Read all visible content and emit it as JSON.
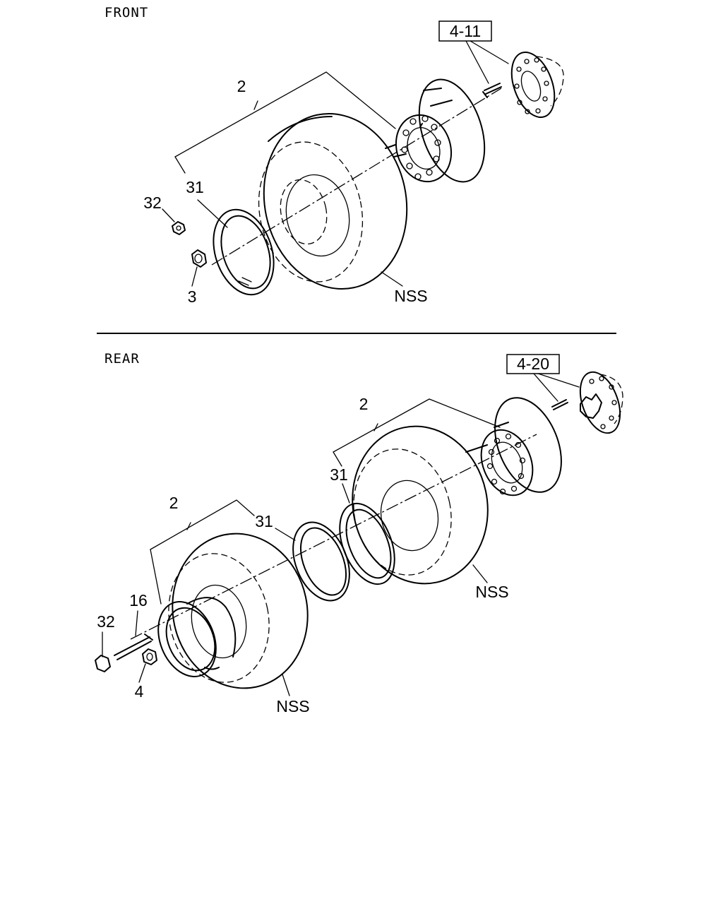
{
  "sections": {
    "front": {
      "title": "FRONT",
      "ref_box": "4-11",
      "callouts": {
        "wheel": "2",
        "ring": "31",
        "nut": "32",
        "washer": "3",
        "tire": "NSS"
      }
    },
    "rear": {
      "title": "REAR",
      "ref_box": "4-20",
      "callouts": {
        "outer_wheel": "2",
        "inner_wheel": "2",
        "inner_ring": "31",
        "outer_ring": "31",
        "stud": "16",
        "nut": "32",
        "inner_nut": "4",
        "inner_tire": "NSS",
        "outer_tire": "NSS"
      }
    }
  }
}
